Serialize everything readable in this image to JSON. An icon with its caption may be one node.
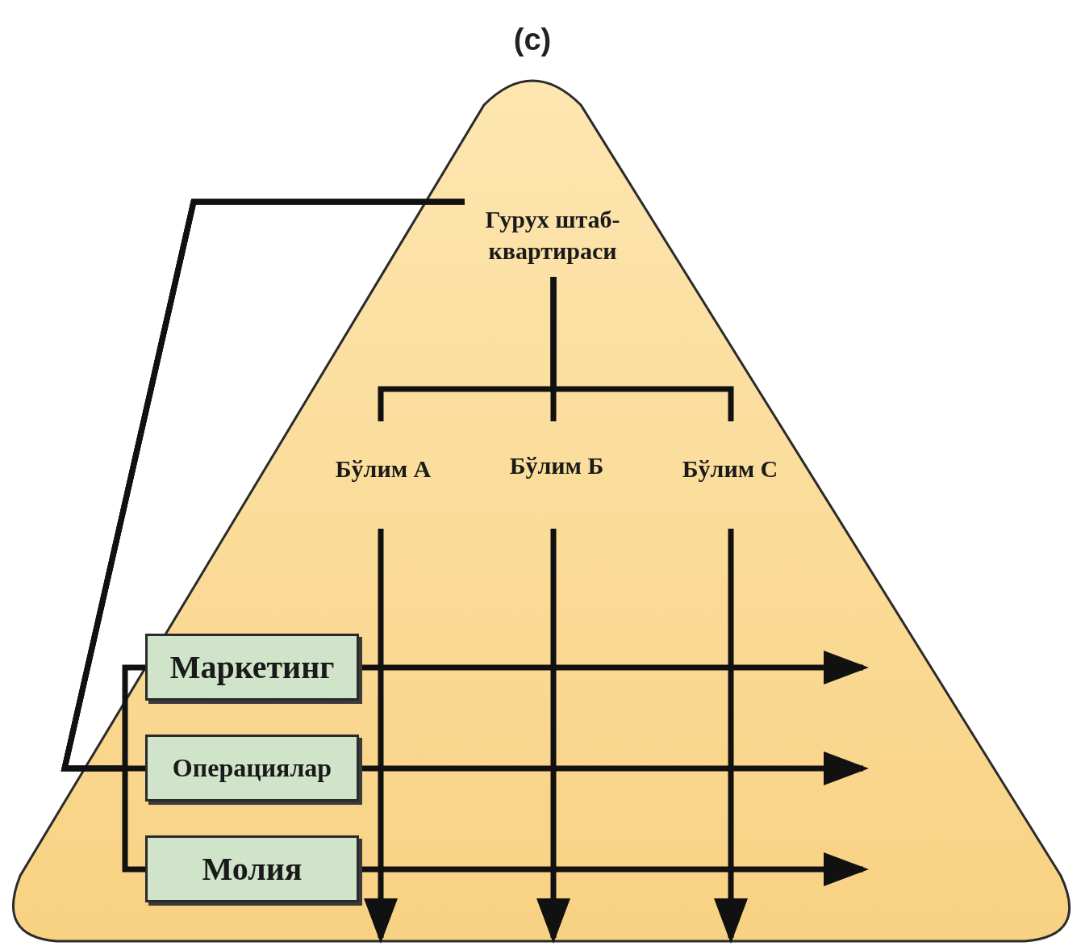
{
  "diagram": {
    "title": "(c)",
    "nodes": [
      {
        "text": [
          "Гурух штаб-квартираси"
        ]
      },
      {
        "text": [
          "Бўлим А"
        ]
      },
      {
        "text": [
          "Бўлим Б"
        ]
      },
      {
        "text": [
          "Бўлим С"
        ]
      },
      {
        "text": [
          "Маркетинг"
        ]
      },
      {
        "text": [
          "Операциялар"
        ]
      },
      {
        "text": [
          "Молия"
        ]
      }
    ],
    "edges": [
      {
        "from": 0,
        "to": 1,
        "arrow": "none"
      },
      {
        "from": 0,
        "to": 2,
        "arrow": "none"
      },
      {
        "from": 0,
        "to": 3,
        "arrow": "none"
      },
      {
        "from": 0,
        "to": 4,
        "arrow": "none"
      },
      {
        "from": 0,
        "to": 5,
        "arrow": "none"
      },
      {
        "from": 0,
        "to": 6,
        "arrow": "none"
      },
      {
        "from": 1,
        "to": null,
        "arrow": "to"
      },
      {
        "from": 2,
        "to": null,
        "arrow": "to"
      },
      {
        "from": 3,
        "to": null,
        "arrow": "to"
      },
      {
        "from": 4,
        "to": null,
        "arrow": "to"
      },
      {
        "from": 5,
        "to": null,
        "arrow": "to"
      },
      {
        "from": 6,
        "to": null,
        "arrow": "to"
      }
    ]
  }
}
